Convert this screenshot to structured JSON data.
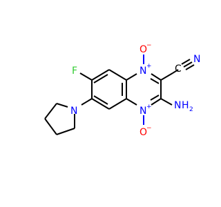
{
  "molecule": {
    "colors": {
      "carbon_bond": "#000000",
      "nitrogen": "#0000ff",
      "oxygen": "#ff0000",
      "fluorine": "#33cc33"
    },
    "atoms": {
      "o_top": "O",
      "o_top_charge": "−",
      "n_top": "N",
      "n_top_charge": "+",
      "n_nitrile": "N",
      "c_nitrile": "C",
      "f": "F",
      "n_pyrrolidine": "N",
      "n_bottom": "N",
      "n_bottom_charge": "+",
      "amine_n": "N",
      "amine_h": "H",
      "amine_sub": "2",
      "o_bottom": "O",
      "o_bottom_charge": "−"
    }
  }
}
